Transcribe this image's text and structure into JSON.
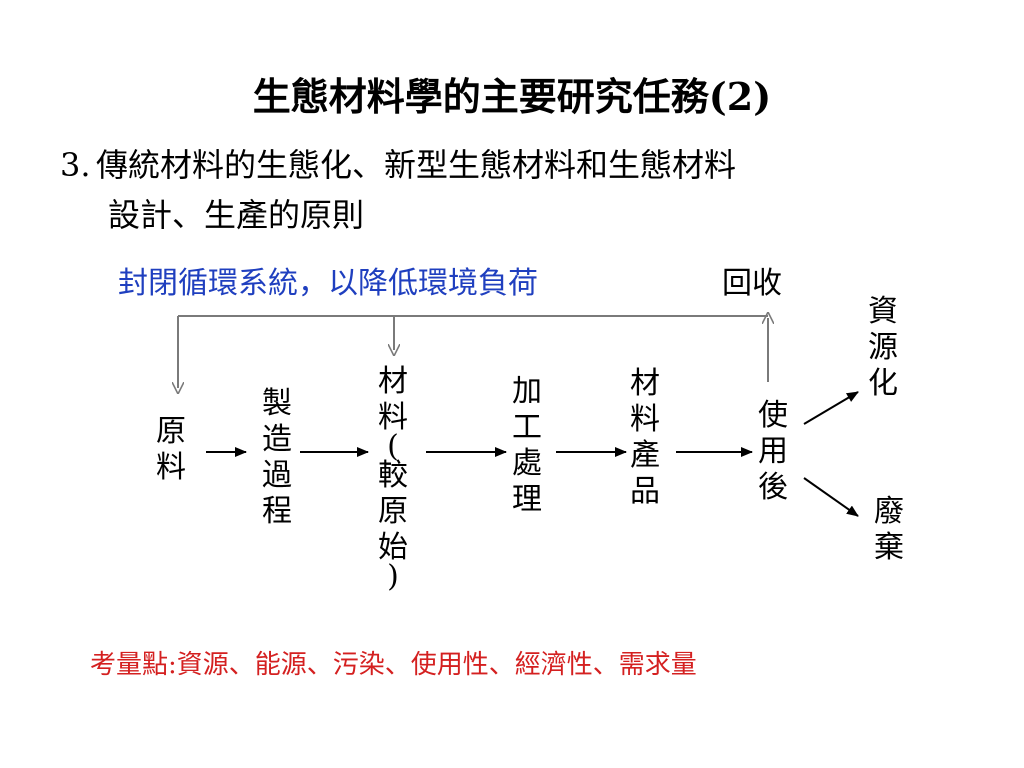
{
  "slide": {
    "title": "生態材料學的主要研究任務(2)",
    "point_number": "3.",
    "point_line1": "傳統材料的生態化、新型生態材料和生態材料",
    "point_line2": "設計、生產的原則"
  },
  "diagram": {
    "loop_label": "封閉循環系統，以降低環境負荷",
    "recycle_label": "回收",
    "nodes": {
      "raw": [
        "原",
        "料"
      ],
      "manufacture": [
        "製",
        "造",
        "過",
        "程"
      ],
      "material": [
        "材",
        "料",
        "(",
        "較",
        "原",
        "始",
        ")"
      ],
      "processing": [
        "加",
        "工",
        "處",
        "理"
      ],
      "product": [
        "材",
        "料",
        "產",
        "品"
      ],
      "after_use": [
        "使",
        "用",
        "後"
      ],
      "resource": [
        "資",
        "源",
        "化"
      ],
      "waste": [
        "廢",
        "棄"
      ]
    },
    "considerations": "考量點:資源、能源、污染、使用性、經濟性、需求量"
  },
  "colors": {
    "loop_label": "#1f3fbf",
    "considerations": "#d42020",
    "loop_line": "#7a7a7a",
    "arrow": "#000000"
  }
}
